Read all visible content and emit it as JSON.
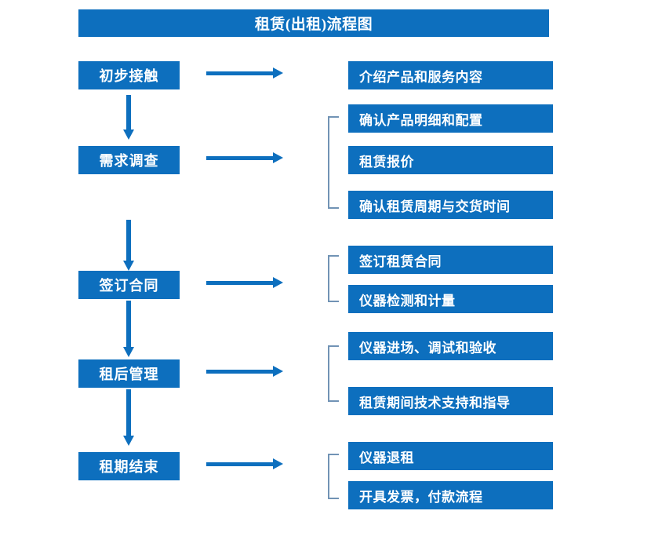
{
  "chart_data": {
    "type": "diagram",
    "title": "租赁(出租)流程图",
    "diagram_type": "flowchart",
    "orientation": "vertical-stages-with-horizontal-details",
    "accent_color": "#0d6fbe",
    "bracket_color": "#7193b5",
    "text_color": "#ffffff",
    "background_color": "#ffffff",
    "stages": [
      {
        "label": "初步接触",
        "details": [
          "介绍产品和服务内容"
        ],
        "bracketed": false
      },
      {
        "label": "需求调查",
        "details": [
          "确认产品明细和配置",
          "租赁报价",
          "确认租赁周期与交货时间"
        ],
        "bracketed": true
      },
      {
        "label": "签订合同",
        "details": [
          "签订租赁合同",
          "仪器检测和计量"
        ],
        "bracketed": true
      },
      {
        "label": "租后管理",
        "details": [
          "仪器进场、调试和验收",
          "租赁期间技术支持和指导"
        ],
        "bracketed": true
      },
      {
        "label": "租期结束",
        "details": [
          "仪器退租",
          "开具发票，付款流程"
        ],
        "bracketed": true
      }
    ]
  },
  "title": {
    "text": "租赁(出租)流程图"
  },
  "stages": [
    {
      "label": "初步接触"
    },
    {
      "label": "需求调查"
    },
    {
      "label": "签订合同"
    },
    {
      "label": "租后管理"
    },
    {
      "label": "租期结束"
    }
  ],
  "details": {
    "s0": [
      {
        "label": "介绍产品和服务内容"
      }
    ],
    "s1": [
      {
        "label": "确认产品明细和配置"
      },
      {
        "label": "租赁报价"
      },
      {
        "label": "确认租赁周期与交货时间"
      }
    ],
    "s2": [
      {
        "label": "签订租赁合同"
      },
      {
        "label": "仪器检测和计量"
      }
    ],
    "s3": [
      {
        "label": "仪器进场、调试和验收"
      },
      {
        "label": "租赁期间技术支持和指导"
      }
    ],
    "s4": [
      {
        "label": "仪器退租"
      },
      {
        "label": "开具发票，付款流程"
      }
    ]
  }
}
